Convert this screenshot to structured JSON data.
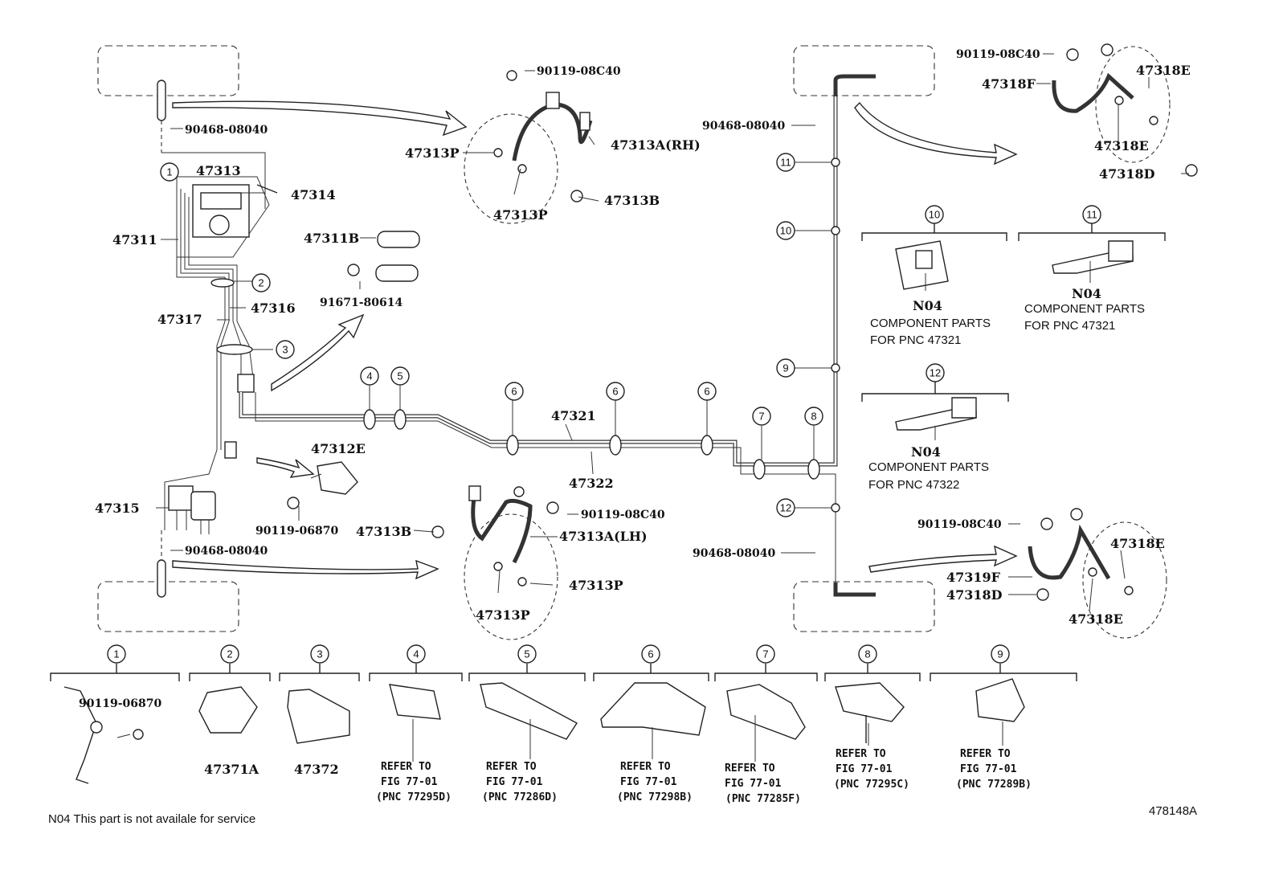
{
  "figure_id": "478148A",
  "footnote": "N04  This part is not availale for service",
  "parts": {
    "p47313": "47313",
    "p47314": "47314",
    "p47311": "47311",
    "p47311B": "47311B",
    "p91671": "91671-80614",
    "p47317": "47317",
    "p47316": "47316",
    "p47312E": "47312E",
    "p47315": "47315",
    "p90119_06870_mid": "90119-06870",
    "p90468_tl": "90468-08040",
    "p90468_bl": "90468-08040",
    "p90119_08c40_top": "90119-08C40",
    "p47313P_a": "47313P",
    "p47313A_RH": "47313A(RH)",
    "p47313B_top": "47313B",
    "p47313P_b": "47313P",
    "p90119_08c40_mid": "90119-08C40",
    "p47313B_low": "47313B",
    "p47313A_LH": "47313A(LH)",
    "p47313P_c": "47313P",
    "p47313P_d": "47313P",
    "p47321": "47321",
    "p47322": "47322",
    "p90468_tr": "90468-08040",
    "p90468_br": "90468-08040",
    "p90119_08c40_tr": "90119-08C40",
    "p47318F": "47318F",
    "p47318E_a": "47318E",
    "p47318E_b": "47318E",
    "p47318D_top": "47318D",
    "p90119_08c40_br": "90119-08C40",
    "p47318E_c": "47318E",
    "p47319F": "47319F",
    "p47318D_low": "47318D",
    "p47318E_d": "47318E",
    "p90119_06870_bot": "90119-06870",
    "p47371A": "47371A",
    "p47372": "47372"
  },
  "component_boxes": [
    {
      "circle": "10",
      "code": "N04",
      "line1": "COMPONENT PARTS",
      "line2": "FOR PNC 47321"
    },
    {
      "circle": "11",
      "code": "N04",
      "line1": "COMPONENT PARTS",
      "line2": "FOR PNC 47321"
    },
    {
      "circle": "12",
      "code": "N04",
      "line1": "COMPONENT PARTS",
      "line2": "FOR PNC 47322"
    }
  ],
  "clamps": [
    {
      "num": "1"
    },
    {
      "num": "2"
    },
    {
      "num": "3"
    },
    {
      "num": "4",
      "ref1": "REFER TO",
      "ref2": "FIG 77-01",
      "ref3": "(PNC 77295D)"
    },
    {
      "num": "5",
      "ref1": "REFER TO",
      "ref2": "FIG 77-01",
      "ref3": "(PNC 77286D)"
    },
    {
      "num": "6",
      "ref1": "REFER TO",
      "ref2": "FIG 77-01",
      "ref3": "(PNC 77298B)"
    },
    {
      "num": "7",
      "ref1": "REFER TO",
      "ref2": "FIG 77-01",
      "ref3": "(PNC 77285F)"
    },
    {
      "num": "8",
      "ref1": "REFER TO",
      "ref2": "FIG 77-01",
      "ref3": "(PNC 77295C)"
    },
    {
      "num": "9",
      "ref1": "REFER TO",
      "ref2": "FIG 77-01",
      "ref3": "(PNC 77289B)"
    }
  ],
  "callouts": {
    "c1": "1",
    "c2": "2",
    "c3": "3",
    "c4": "4",
    "c5": "5",
    "c6a": "6",
    "c6b": "6",
    "c6c": "6",
    "c7": "7",
    "c8": "8",
    "c9": "9",
    "c10": "10",
    "c11": "11",
    "c12": "12"
  }
}
